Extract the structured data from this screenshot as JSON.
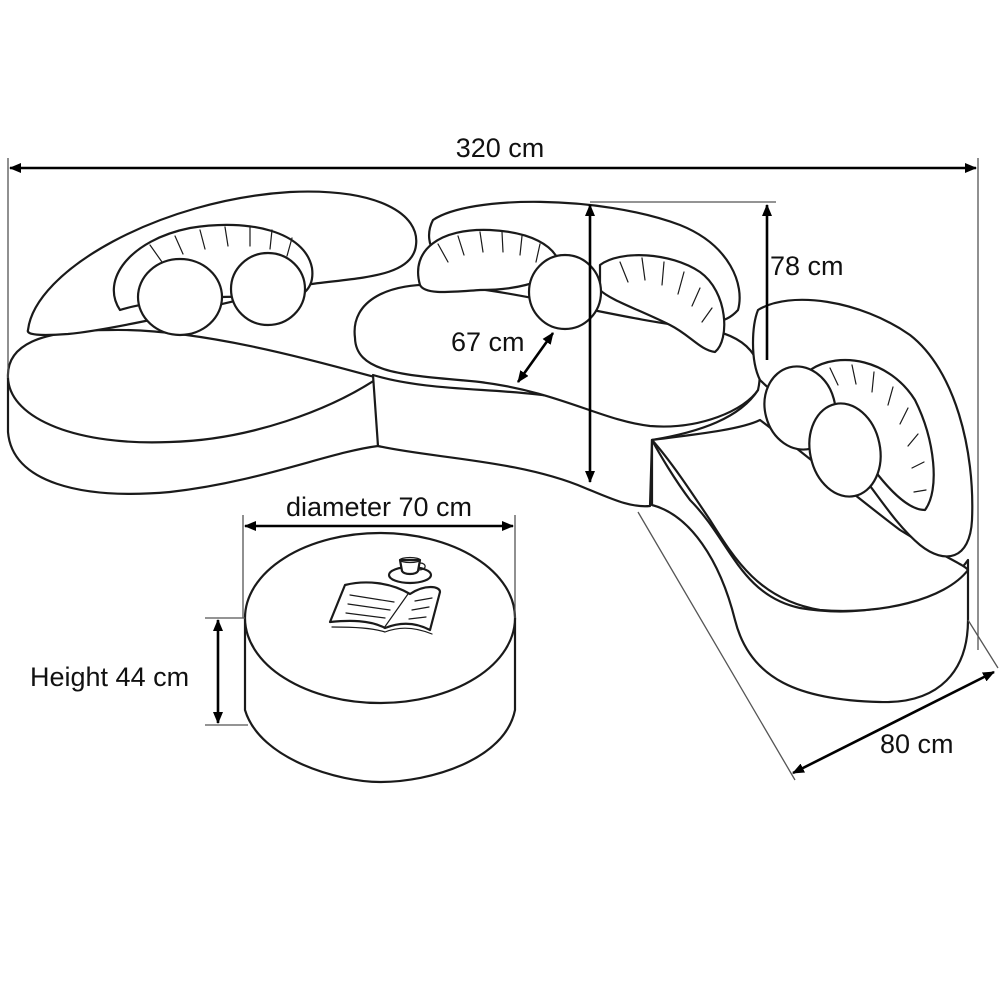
{
  "labels": {
    "total_width": "320 cm",
    "back_height": "78 cm",
    "seat_depth": "67 cm",
    "module_depth": "80 cm",
    "table_diameter": "diameter 70 cm",
    "table_height": "Height 44 cm"
  },
  "colors": {
    "line": "#1a1a1a",
    "fill": "#ffffff",
    "background": "#ffffff"
  },
  "icons": {
    "book": "open-book-icon",
    "cup": "coffee-cup-icon"
  }
}
